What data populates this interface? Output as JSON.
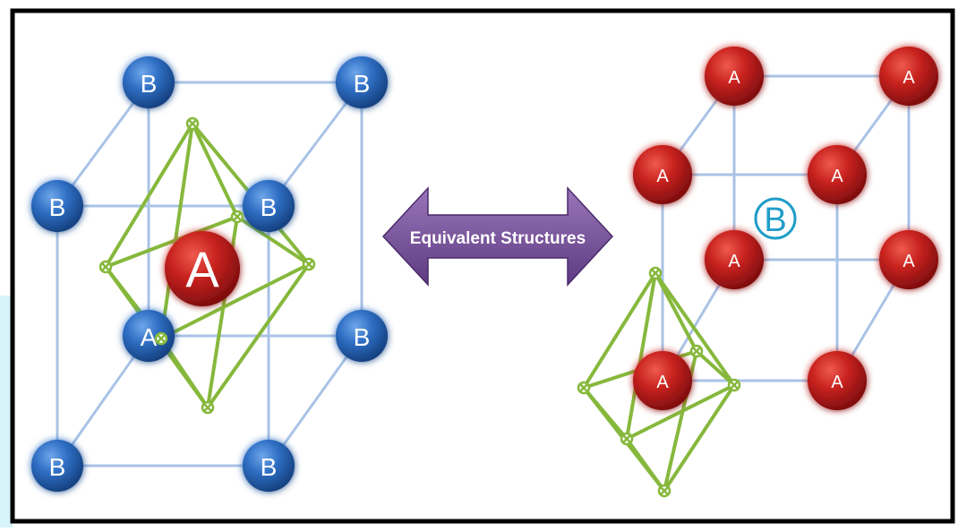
{
  "arrow": {
    "label": "Equivalent Structures"
  },
  "atoms": {
    "a_label": "A",
    "b_label": "B"
  },
  "colors": {
    "frame": "#000000",
    "cube_edge": "#a9c3e6",
    "octahedron_edge": "#86b83c",
    "atom_a": "#c8221f",
    "atom_b": "#2f6fc4",
    "atom_b_center": "#1f9dc9",
    "arrow_fill": "#7c559c",
    "arrow_text": "#ffffff",
    "left_bg_tint": "#d8f4fb"
  }
}
